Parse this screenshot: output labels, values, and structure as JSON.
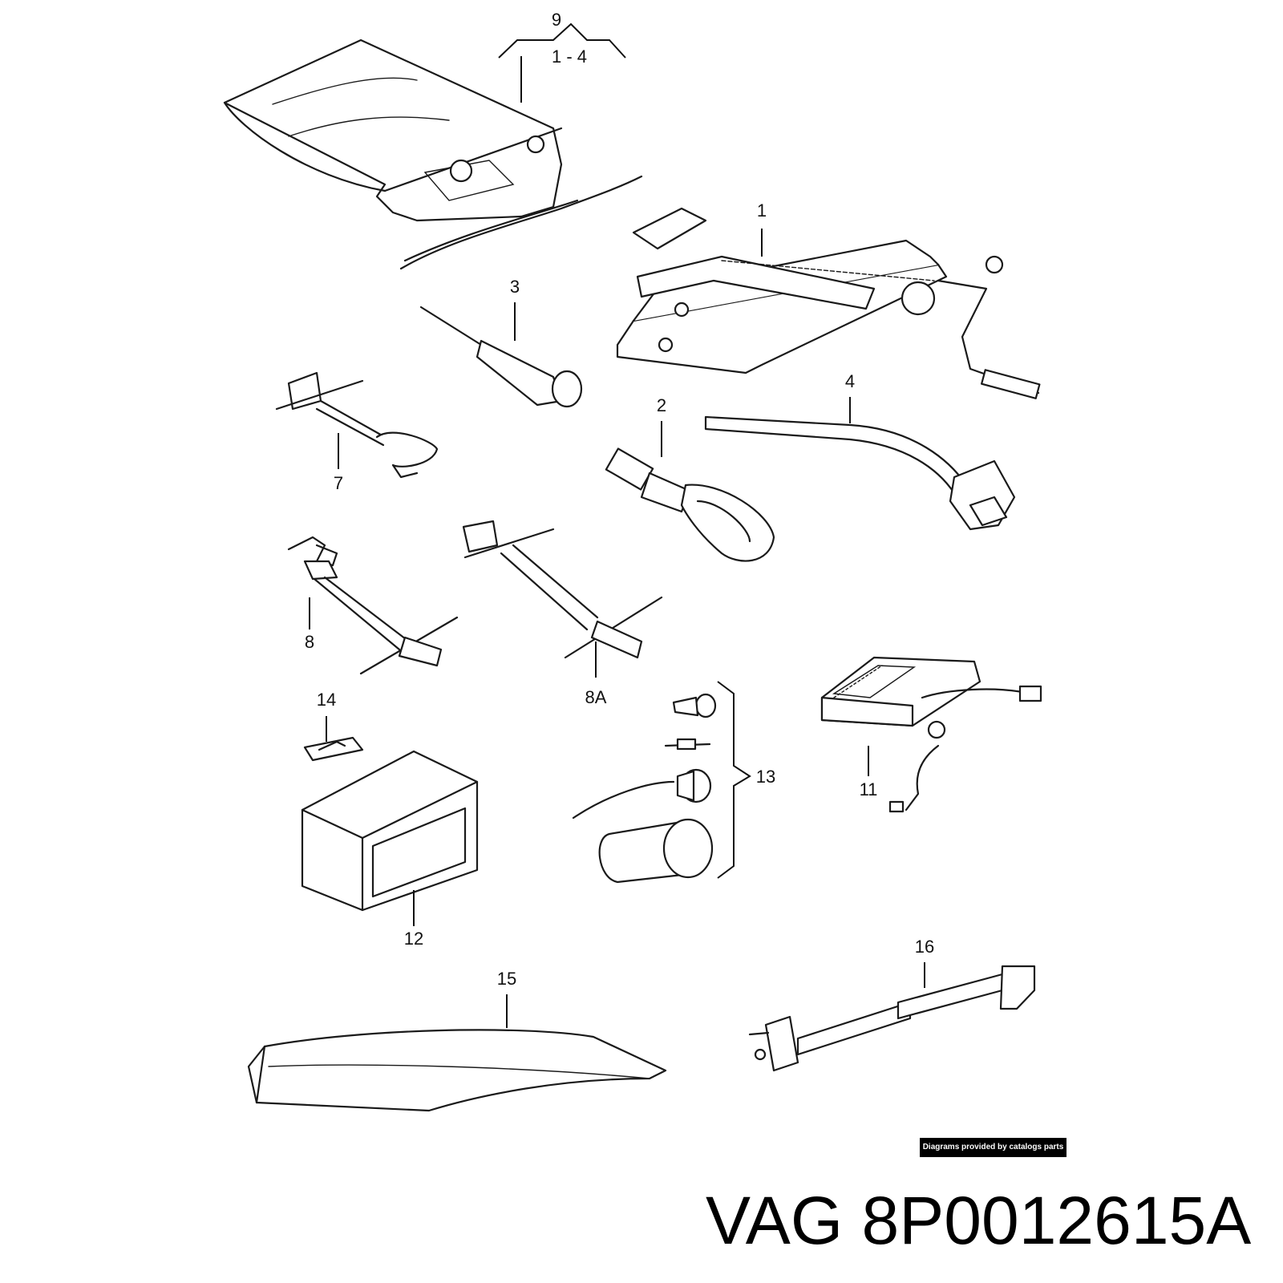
{
  "diagram": {
    "callouts": [
      {
        "id": "c9",
        "label": "9"
      },
      {
        "id": "c9range",
        "label": "1 - 4"
      },
      {
        "id": "c1",
        "label": "1"
      },
      {
        "id": "c3",
        "label": "3"
      },
      {
        "id": "c7",
        "label": "7"
      },
      {
        "id": "c2",
        "label": "2"
      },
      {
        "id": "c4",
        "label": "4"
      },
      {
        "id": "c8",
        "label": "8"
      },
      {
        "id": "c8a",
        "label": "8A"
      },
      {
        "id": "c14",
        "label": "14"
      },
      {
        "id": "c12",
        "label": "12"
      },
      {
        "id": "c13",
        "label": "13"
      },
      {
        "id": "c11",
        "label": "11"
      },
      {
        "id": "c15",
        "label": "15"
      },
      {
        "id": "c16",
        "label": "16"
      }
    ],
    "credit": "Diagrams provided by catalogs parts"
  },
  "part": {
    "brand": "VAG",
    "number": "8P0012615A"
  }
}
